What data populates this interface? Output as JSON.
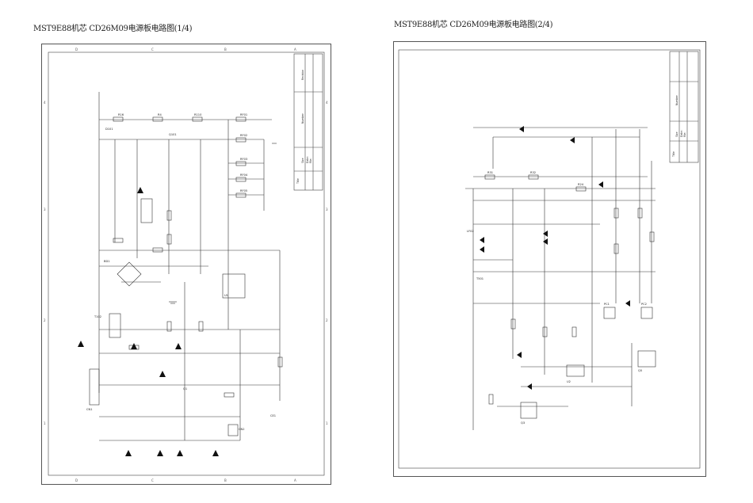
{
  "sheets": [
    {
      "title": "MST9E88机芯 CD26M09电源板电路图(1/4)"
    },
    {
      "title": "MST9E88机芯 CD26M09电源板电路图(2/4)"
    }
  ],
  "zones_cols": [
    "D",
    "C",
    "B",
    "A"
  ],
  "zones_rows": [
    "4",
    "3",
    "2",
    "1"
  ]
}
